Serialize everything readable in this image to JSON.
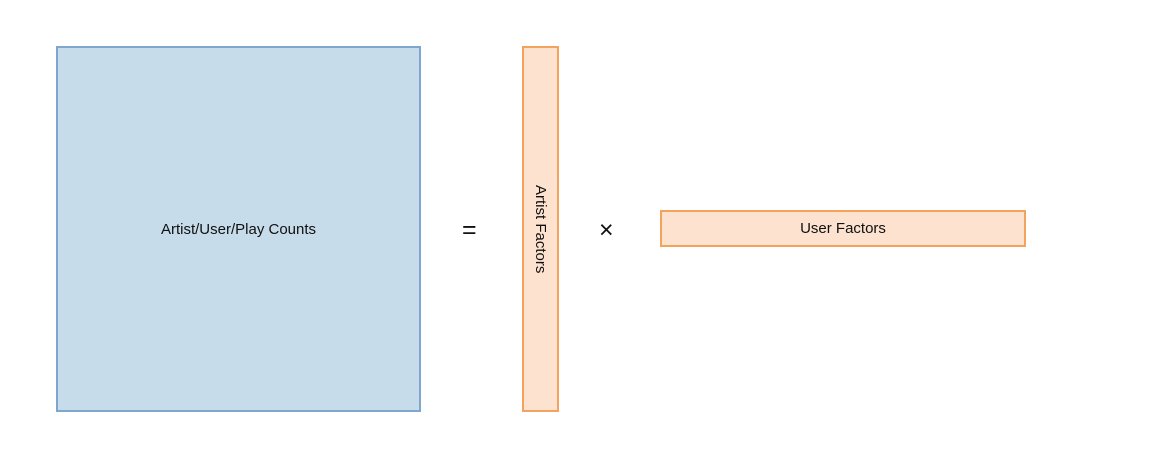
{
  "diagram": {
    "matrix": {
      "label": "Artist/User/Play Counts",
      "fill": "#c7dcea",
      "stroke": "#7fa6cd"
    },
    "artist_factors": {
      "label": "Artist Factors",
      "fill": "#fde2cf",
      "stroke": "#f2a45f"
    },
    "user_factors": {
      "label": "User Factors",
      "fill": "#fde2cf",
      "stroke": "#f2a45f"
    },
    "equals_symbol": "=",
    "times_symbol": "×"
  }
}
